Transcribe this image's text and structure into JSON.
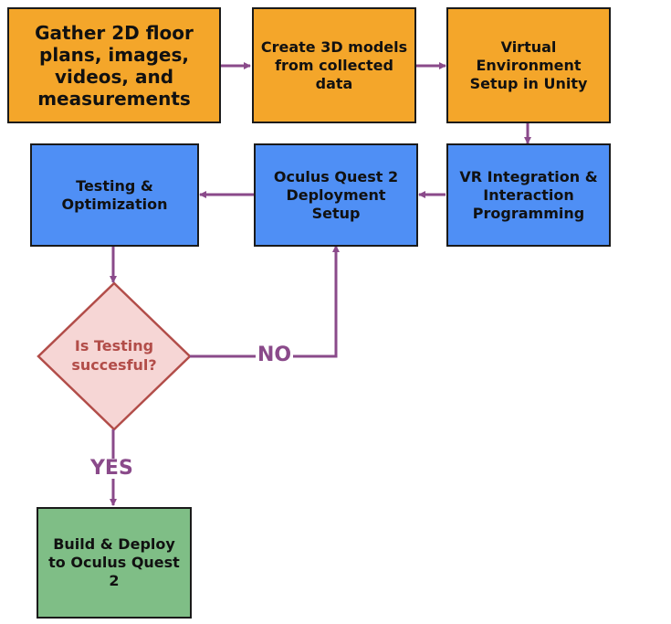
{
  "colors": {
    "stage1": "#f4a62a",
    "stage2": "#4f8ff5",
    "final": "#7fbe86",
    "decision_fill": "#f6d6d5",
    "decision_border": "#b24d49",
    "connector": "#8a4a8a"
  },
  "steps": {
    "gather": "Gather 2D floor plans, images, videos, and measurements",
    "create_models": "Create 3D models from collected data",
    "unity_setup": "Virtual Environment Setup in Unity",
    "vr_integration": "VR Integration & Interaction Programming",
    "deployment_setup": "Oculus Quest 2 Deployment Setup",
    "testing": "Testing & Optimization",
    "build_deploy": "Build & Deploy to Oculus Quest 2"
  },
  "decision": {
    "question": "Is Testing succesful?",
    "no_label": "NO",
    "yes_label": "YES"
  }
}
